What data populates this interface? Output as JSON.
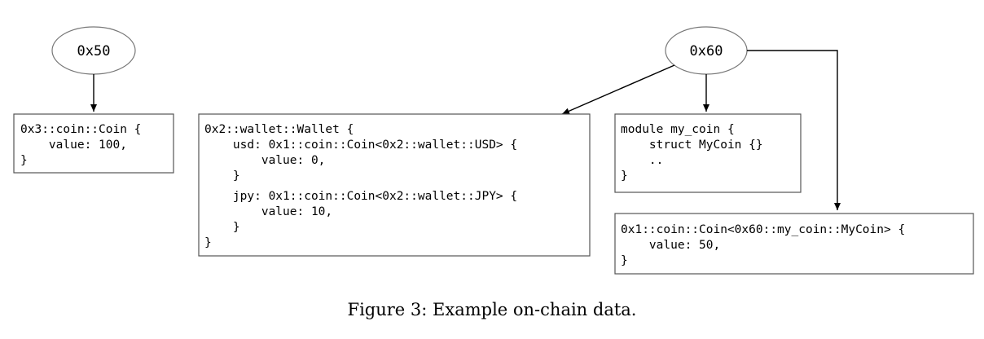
{
  "nodes": {
    "addr_0x50": {
      "label": "0x50"
    },
    "addr_0x60": {
      "label": "0x60"
    }
  },
  "resources": {
    "coin_0x3": {
      "lines": [
        "0x3::coin::Coin {",
        "    value: 100,",
        "}"
      ]
    },
    "wallet": {
      "lines": [
        "0x2::wallet::Wallet {",
        "    usd: 0x1::coin::Coin<0x2::wallet::USD> {",
        "        value: 0,",
        "    }",
        "    jpy: 0x1::coin::Coin<0x2::wallet::JPY> {",
        "        value: 10,",
        "    }",
        "}"
      ]
    },
    "module_my_coin": {
      "lines": [
        "module my_coin {",
        "    struct MyCoin {}",
        "    ..",
        "}"
      ]
    },
    "mycoin_resource": {
      "lines": [
        "0x1::coin::Coin<0x60::my_coin::MyCoin> {",
        "    value: 50,",
        "}"
      ]
    }
  },
  "caption": "Figure 3: Example on-chain data."
}
